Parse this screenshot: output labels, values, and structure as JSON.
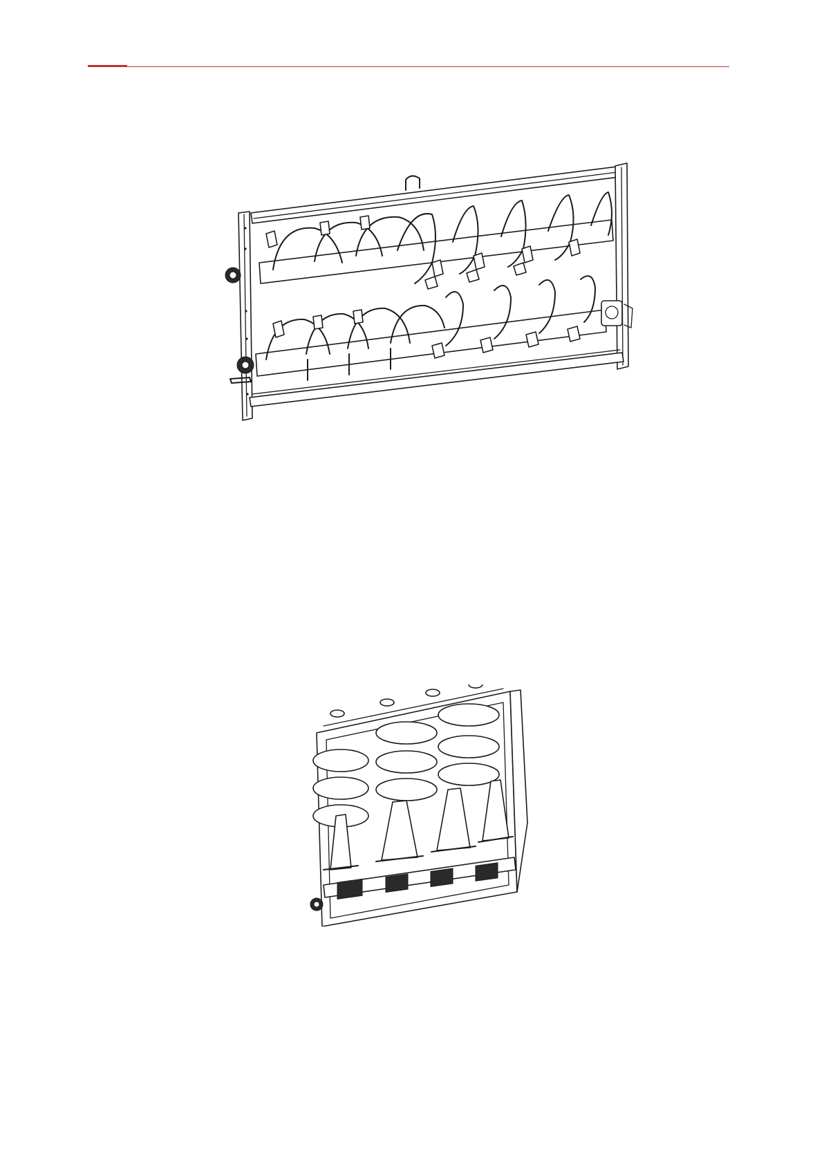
{
  "page": {
    "accent_color": "#d0272f",
    "rule_color": "#b23a3a",
    "figures": [
      {
        "name": "auger-frame-drawing",
        "kind": "line-drawing"
      },
      {
        "name": "distributor-assembly-drawing",
        "kind": "line-drawing"
      }
    ]
  }
}
